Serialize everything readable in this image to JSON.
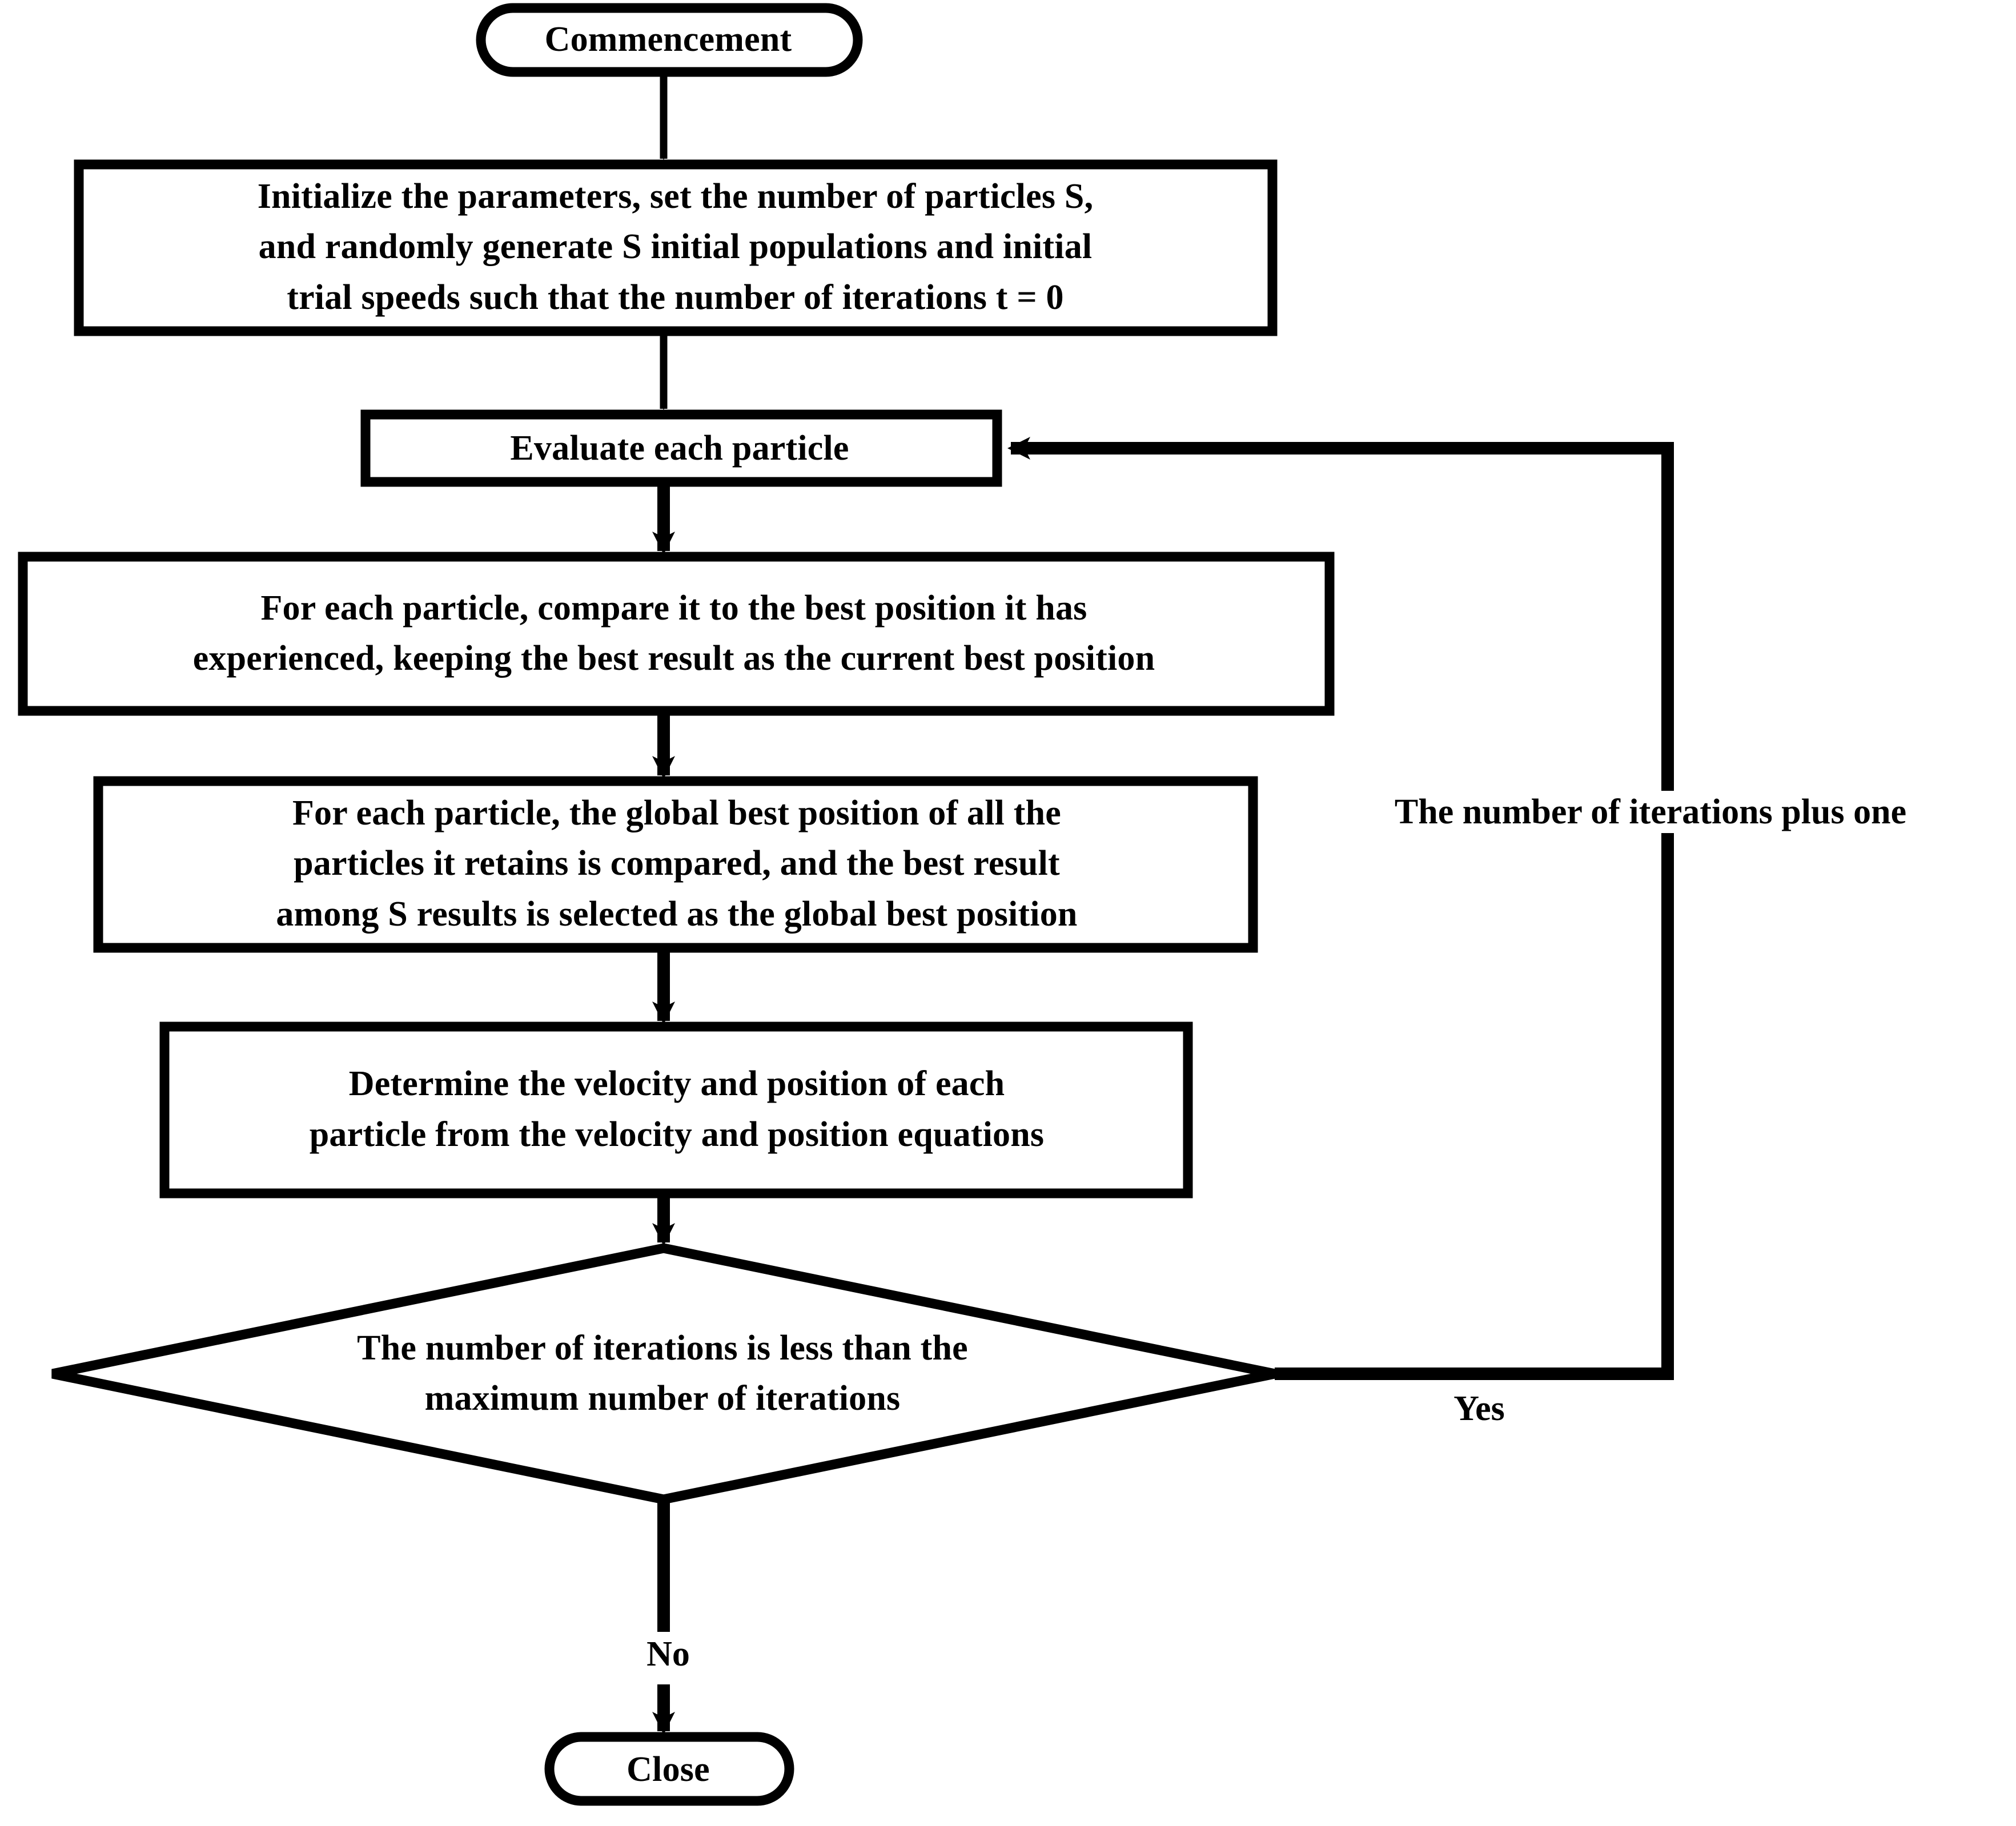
{
  "diagram": {
    "title_text_present": false,
    "stroke_color": "#000000",
    "background_color": "#ffffff",
    "nodes": [
      {
        "id": "start",
        "shape": "terminator",
        "label": "Commencement"
      },
      {
        "id": "init",
        "shape": "process",
        "label": "Initialize the parameters, set the number of particles S,\nand randomly generate S initial populations and initial\ntrial speeds such that the number of iterations t = 0"
      },
      {
        "id": "evaluate",
        "shape": "process",
        "label": "Evaluate each particle"
      },
      {
        "id": "personal_best",
        "shape": "process",
        "label": "For each particle, compare it to the best position it has\nexperienced, keeping the best result as the current best position"
      },
      {
        "id": "global_best",
        "shape": "process",
        "label": "For each particle, the global best position of all the\nparticles it retains is compared, and the best result\namong S results is selected as the global best position"
      },
      {
        "id": "update",
        "shape": "process",
        "label": "Determine the velocity and position of each\nparticle from the velocity and position equations"
      },
      {
        "id": "decision",
        "shape": "decision",
        "label": "The number of iterations is less than the\nmaximum number of iterations"
      },
      {
        "id": "end",
        "shape": "terminator",
        "label": "Close"
      }
    ],
    "edges": [
      {
        "from": "start",
        "to": "init",
        "label": ""
      },
      {
        "from": "init",
        "to": "evaluate",
        "label": ""
      },
      {
        "from": "evaluate",
        "to": "personal_best",
        "label": ""
      },
      {
        "from": "personal_best",
        "to": "global_best",
        "label": ""
      },
      {
        "from": "global_best",
        "to": "update",
        "label": ""
      },
      {
        "from": "update",
        "to": "decision",
        "label": ""
      },
      {
        "from": "decision",
        "to": "evaluate",
        "label": "Yes",
        "side_label": "The number of iterations plus one"
      },
      {
        "from": "decision",
        "to": "end",
        "label": "No"
      }
    ],
    "edge_labels": {
      "yes": "Yes",
      "no": "No",
      "loop_note": "The number of iterations plus one"
    }
  }
}
